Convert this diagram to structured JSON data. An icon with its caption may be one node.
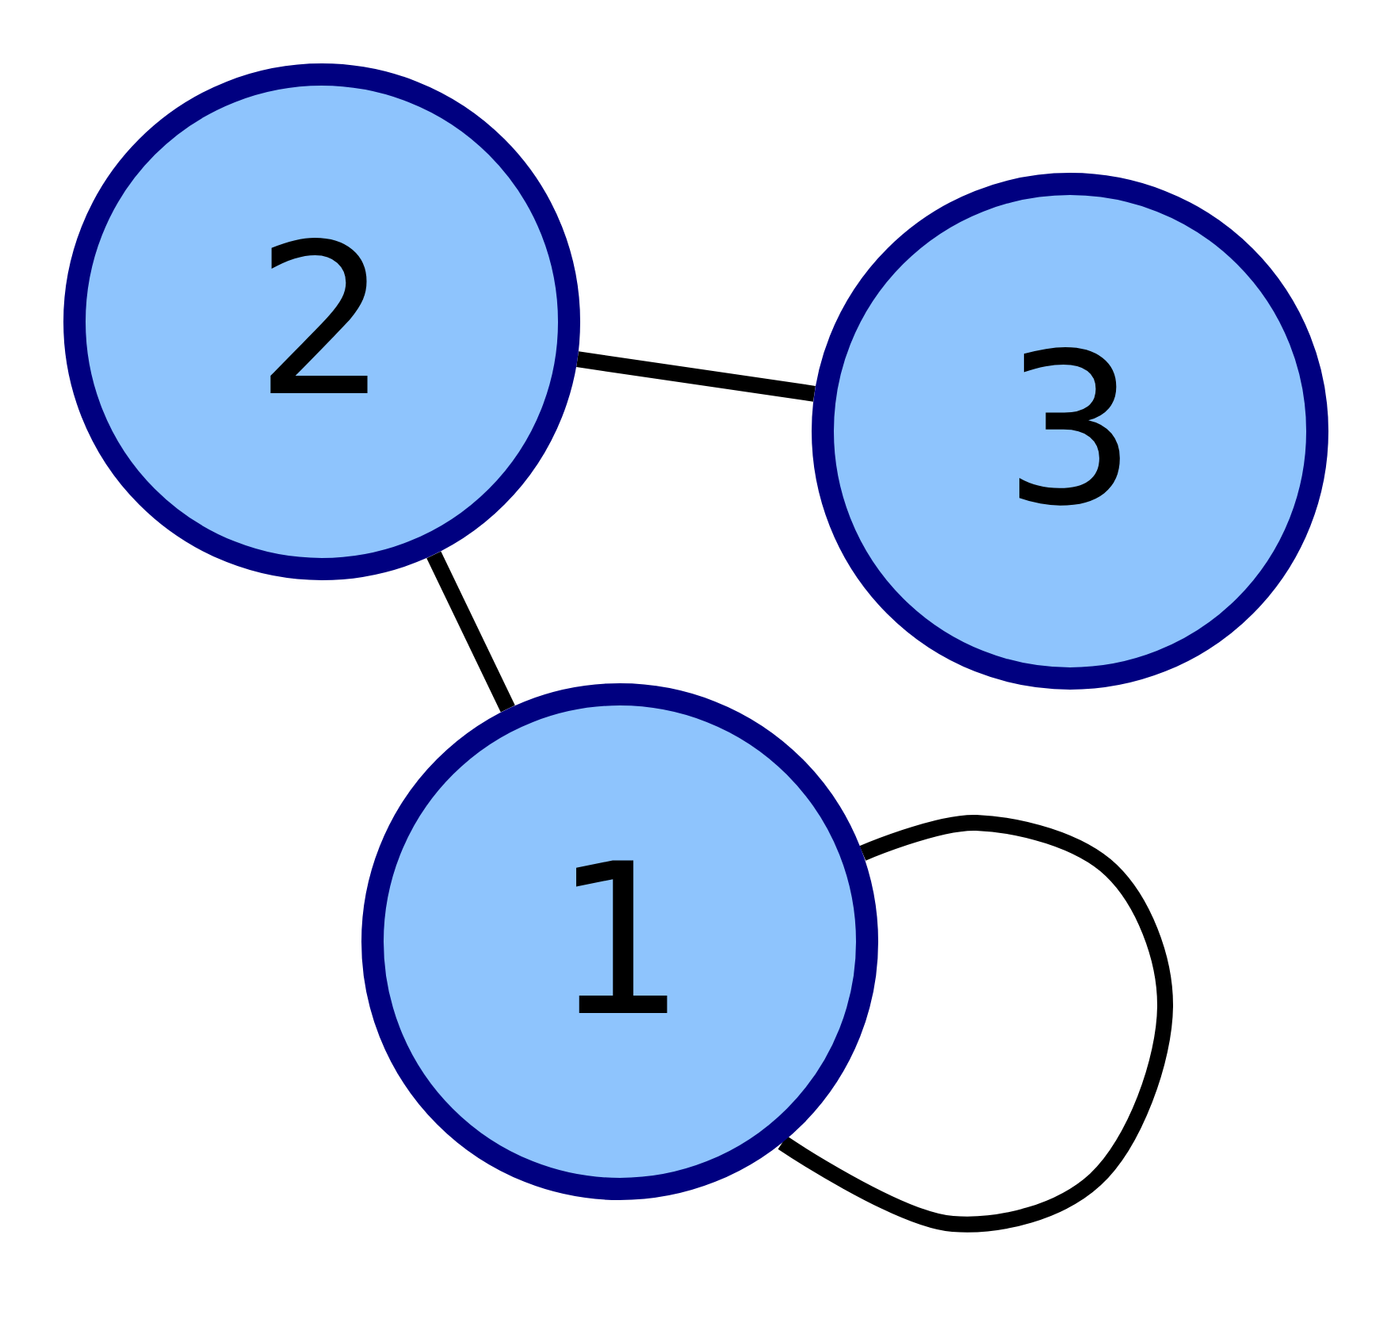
{
  "diagram": {
    "nodes": [
      {
        "text": [
          "2"
        ]
      },
      {
        "text": [
          "3"
        ]
      },
      {
        "text": [
          "1"
        ]
      }
    ],
    "edges": [
      {
        "from": 0,
        "to": 1,
        "arrow": "none"
      },
      {
        "from": 0,
        "to": 2,
        "arrow": "none"
      },
      {
        "from": 2,
        "to": 2,
        "arrow": "none"
      }
    ]
  }
}
